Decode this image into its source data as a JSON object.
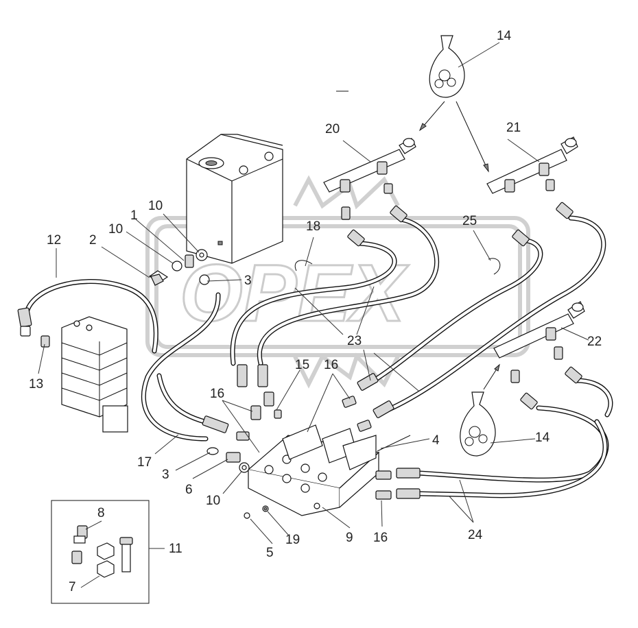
{
  "watermark": "OPEX",
  "callouts": {
    "c1": "1",
    "c2": "2",
    "c3a": "3",
    "c3b": "3",
    "c4": "4",
    "c5": "5",
    "c6": "6",
    "c7": "7",
    "c8": "8",
    "c9": "9",
    "c10a": "10",
    "c10b": "10",
    "c10c": "10",
    "c11": "11",
    "c12": "12",
    "c13": "13",
    "c14a": "14",
    "c14b": "14",
    "c15": "15",
    "c16a": "16",
    "c16b": "16",
    "c16c": "16",
    "c17": "17",
    "c18": "18",
    "c19": "19",
    "c20": "20",
    "c21": "21",
    "c22": "22",
    "c23": "23",
    "c24": "24",
    "c25": "25"
  }
}
